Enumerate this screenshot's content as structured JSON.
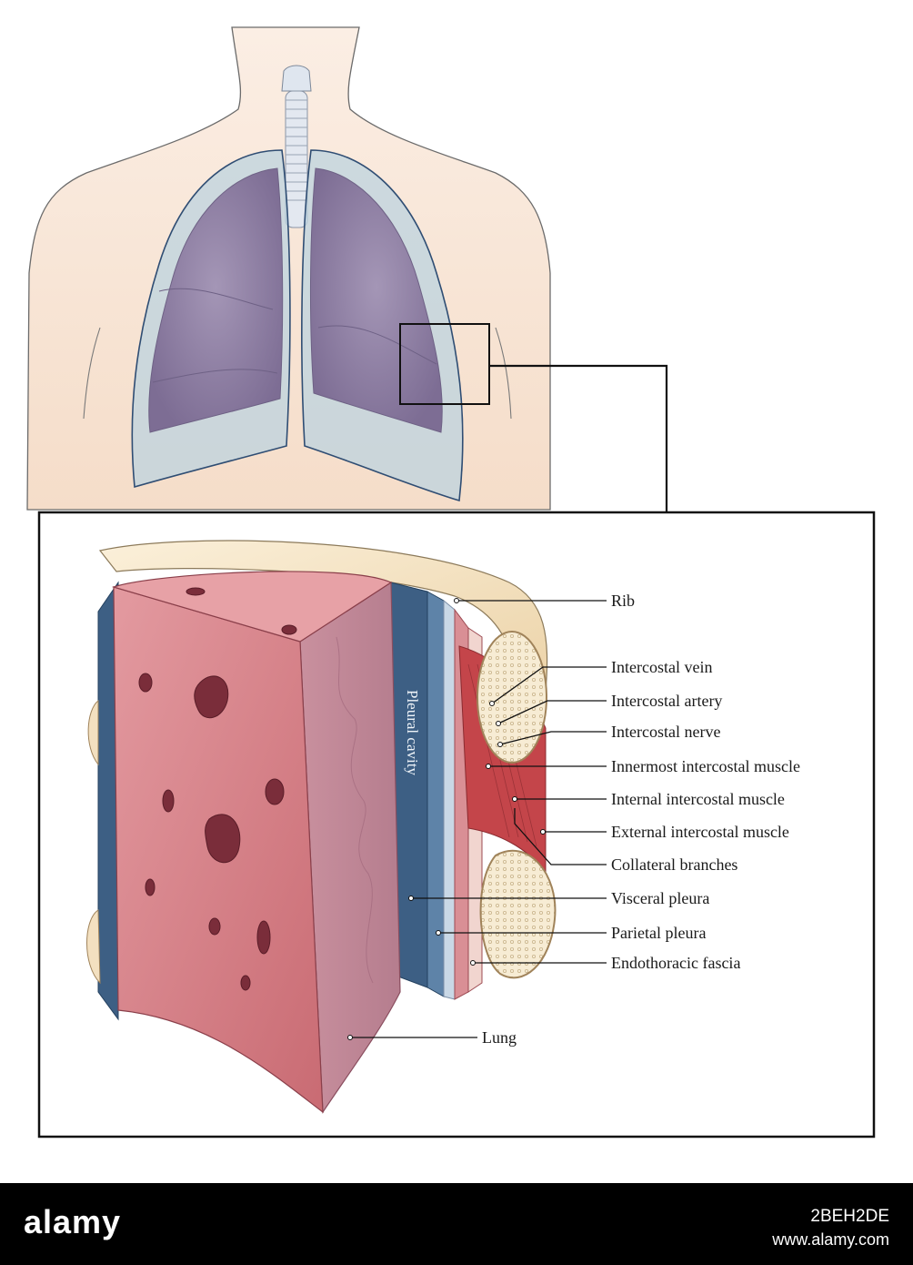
{
  "diagram": {
    "cavity_label": "Pleural cavity",
    "labels": {
      "rib": "Rib",
      "intercostal_vein": "Intercostal vein",
      "intercostal_artery": "Intercostal artery",
      "intercostal_nerve": "Intercostal nerve",
      "innermost_intercostal_muscle": "Innermost intercostal muscle",
      "internal_intercostal_muscle": "Internal intercostal muscle",
      "external_intercostal_muscle": "External intercostal muscle",
      "collateral_branches": "Collateral branches",
      "visceral_pleura": "Visceral pleura",
      "parietal_pleura": "Parietal pleura",
      "endothoracic_fascia": "Endothoracic fascia",
      "lung": "Lung"
    }
  },
  "footer": {
    "brand": "alamy",
    "image_id": "2BEH2DE",
    "url": "www.alamy.com"
  },
  "colors": {
    "skin": "#f6e3d4",
    "lung": "#8e7fa3",
    "pleura": "#bcd3df",
    "lung_tissue": "#d97f86",
    "pleural_blue": "#3d5f84",
    "bone": "#f3e0c0",
    "muscle": "#c4454a"
  }
}
